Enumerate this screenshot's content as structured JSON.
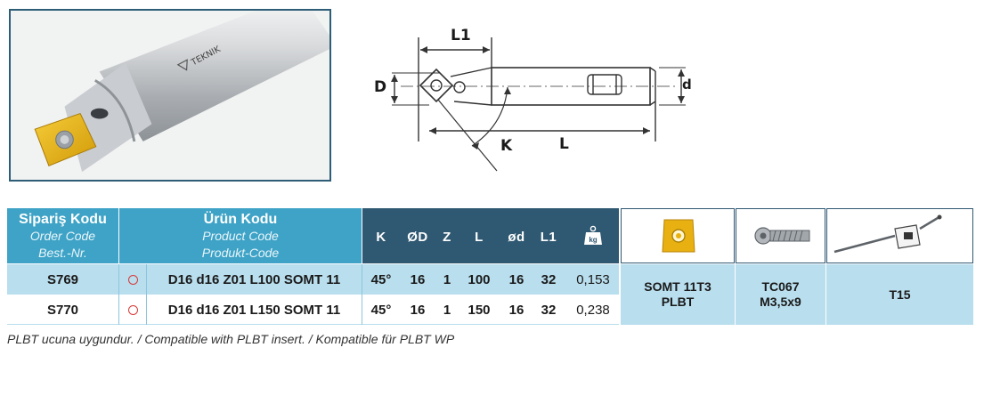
{
  "photo": {
    "brand": "TEKNIK"
  },
  "drawing": {
    "labels": {
      "L1": "L1",
      "D": "D",
      "d": "d",
      "K": "K",
      "L": "L"
    }
  },
  "table": {
    "headers": {
      "order_code": {
        "tr": "Sipariş Kodu",
        "en": "Order Code",
        "de": "Best.-Nr."
      },
      "product_code": {
        "tr": "Ürün Kodu",
        "en": "Product Code",
        "de": "Produkt-Code"
      },
      "params": [
        "K",
        "ØD",
        "Z",
        "L",
        "ød",
        "L1"
      ],
      "weight_icon": "kg"
    },
    "rows": [
      {
        "order": "S769",
        "product": "D16 d16 Z01 L100 SOMT 11",
        "K": "45°",
        "D": "16",
        "Z": "1",
        "L": "100",
        "d": "16",
        "L1": "32",
        "weight": "0,153"
      },
      {
        "order": "S770",
        "product": "D16 d16 Z01 L150 SOMT 11",
        "K": "45°",
        "D": "16",
        "Z": "1",
        "L": "150",
        "d": "16",
        "L1": "32",
        "weight": "0,238"
      }
    ],
    "accessories": {
      "insert": {
        "line1": "SOMT 11T3",
        "line2": "PLBT"
      },
      "screw": {
        "line1": "TC067",
        "line2": "M3,5x9"
      },
      "key": {
        "line1": "T15"
      }
    }
  },
  "footnote": "PLBT ucuna uygundur. / Compatible with PLBT insert. / Kompatible für PLBT WP",
  "colors": {
    "header_light": "#3ea3c6",
    "header_dark": "#2f5872",
    "row_highlight": "#b9deee",
    "insert_gold": "#e8b010"
  }
}
